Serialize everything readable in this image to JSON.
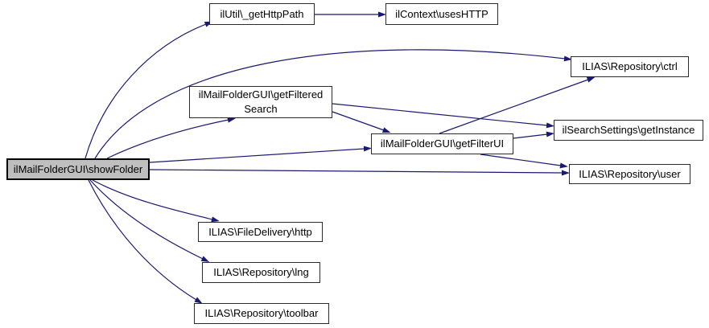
{
  "diagram": {
    "type": "call-graph",
    "description": "Doxygen-style caller graph for ilMailFolderGUI::showFolder",
    "nodes": {
      "showFolder": {
        "label": "ilMailFolderGUI\\showFolder",
        "highlighted": true
      },
      "getHttpPath": {
        "label": "ilUtil\\_getHttpPath",
        "highlighted": false
      },
      "usesHTTP": {
        "label": "ilContext\\usesHTTP",
        "highlighted": false
      },
      "ctrl": {
        "label": "ILIAS\\Repository\\ctrl",
        "highlighted": false
      },
      "getFilteredSearch": {
        "label": "ilMailFolderGUI\\getFiltered Search",
        "highlighted": false
      },
      "getInstance": {
        "label": "ilSearchSettings\\getInstance",
        "highlighted": false
      },
      "getFilterUI": {
        "label": "ilMailFolderGUI\\getFilterUI",
        "highlighted": false
      },
      "user": {
        "label": "ILIAS\\Repository\\user",
        "highlighted": false
      },
      "http": {
        "label": "ILIAS\\FileDelivery\\http",
        "highlighted": false
      },
      "lng": {
        "label": "ILIAS\\Repository\\lng",
        "highlighted": false
      },
      "toolbar": {
        "label": "ILIAS\\Repository\\toolbar",
        "highlighted": false
      }
    },
    "edges": [
      {
        "from": "showFolder",
        "to": "getHttpPath"
      },
      {
        "from": "showFolder",
        "to": "ctrl"
      },
      {
        "from": "showFolder",
        "to": "getFilteredSearch"
      },
      {
        "from": "showFolder",
        "to": "getFilterUI"
      },
      {
        "from": "showFolder",
        "to": "user"
      },
      {
        "from": "showFolder",
        "to": "http"
      },
      {
        "from": "showFolder",
        "to": "lng"
      },
      {
        "from": "showFolder",
        "to": "toolbar"
      },
      {
        "from": "getHttpPath",
        "to": "usesHTTP"
      },
      {
        "from": "getFilteredSearch",
        "to": "getInstance"
      },
      {
        "from": "getFilteredSearch",
        "to": "getFilterUI"
      },
      {
        "from": "getFilterUI",
        "to": "ctrl"
      },
      {
        "from": "getFilterUI",
        "to": "getInstance"
      },
      {
        "from": "getFilterUI",
        "to": "user"
      }
    ],
    "colors": {
      "edge": "#191970",
      "node_fill": "#ffffff",
      "node_border": "#2b2b2b",
      "main_node_fill": "#bfbfbf",
      "main_node_border": "#000000",
      "background": "#ffffff",
      "text": "#000000"
    }
  }
}
